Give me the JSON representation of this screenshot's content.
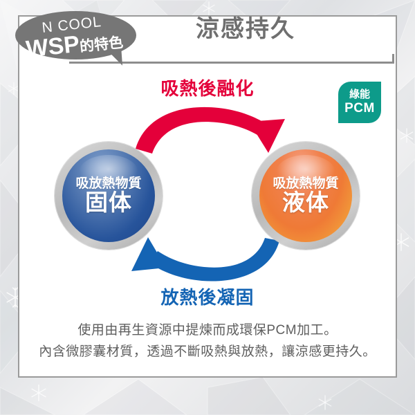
{
  "header": {
    "title": "涼感持久"
  },
  "bubble": {
    "line1": "N COOL",
    "brand": "WSP",
    "suffix": "的特色"
  },
  "badge": {
    "line1": "綠能",
    "line2": "PCM",
    "color": "#0d9b8a"
  },
  "diagram": {
    "melt_label": "吸熱後融化",
    "melt_color": "#e4003a",
    "freeze_label": "放熱後凝固",
    "freeze_color": "#1464b4",
    "solid": {
      "sub": "吸放熱物質",
      "main": "固体",
      "color": "#27549b"
    },
    "liquid": {
      "sub": "吸放熱物質",
      "main": "液体",
      "color": "#ef7a36"
    }
  },
  "body": {
    "line1": "使用由再生資源中提煉而成環保PCM加工。",
    "line2": "內含微膠囊材質，透過不斷吸熱與放熱，讓涼感更持久。"
  },
  "icons": {
    "melt_arrow": "curved-arrow-right-icon",
    "freeze_arrow": "curved-arrow-left-icon",
    "snowflake": "snowflake-icon"
  }
}
